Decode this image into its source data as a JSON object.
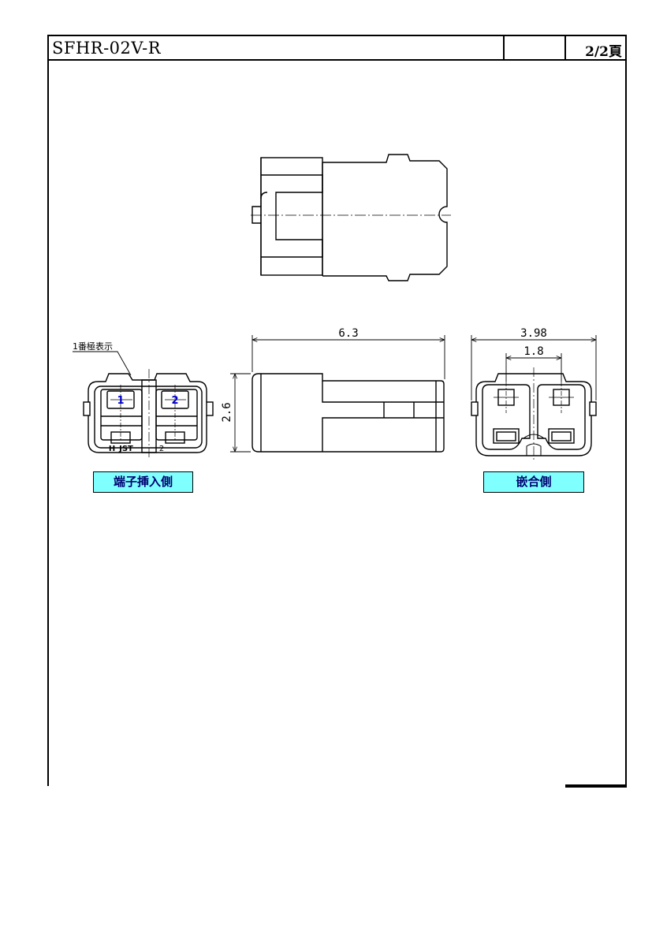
{
  "title_block": {
    "part_number": "SFHR-02V-R",
    "page": "2/2頁"
  },
  "dimensions": {
    "length": "6.3",
    "height": "2.6",
    "width": "3.98",
    "pitch": "1.8"
  },
  "annotations": {
    "pin1_marker": "1番極表示",
    "pin_1": "1",
    "pin_2": "2",
    "maker_mark": "JST",
    "maker_prefix": "H",
    "cavity_2_mark": "2"
  },
  "view_labels": {
    "terminal_insertion_side": "端子挿入側",
    "mating_side": "嵌合側"
  },
  "colors": {
    "label_fill": "#80ffff",
    "pin_number": "#0000cc"
  }
}
